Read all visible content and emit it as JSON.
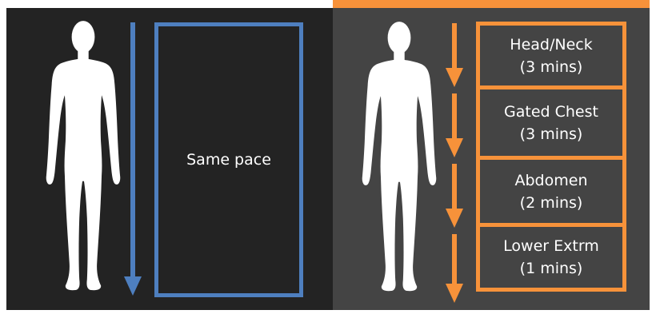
{
  "colors": {
    "left_bg": "#232323",
    "right_bg": "#444444",
    "accent_orange": "#f7923a",
    "blue": "#4e7fbf",
    "silhouette": "#ffffff"
  },
  "icons": {
    "body": "human-silhouette-icon",
    "arrow": "arrow-down-icon"
  },
  "left": {
    "label": "Same pace"
  },
  "right": {
    "regions": [
      {
        "name": "Head/Neck",
        "time": "(3 mins)"
      },
      {
        "name": "Gated Chest",
        "time": "(3 mins)"
      },
      {
        "name": "Abdomen",
        "time": "(2 mins)"
      },
      {
        "name": "Lower Extrm",
        "time": "(1 mins)"
      }
    ]
  }
}
